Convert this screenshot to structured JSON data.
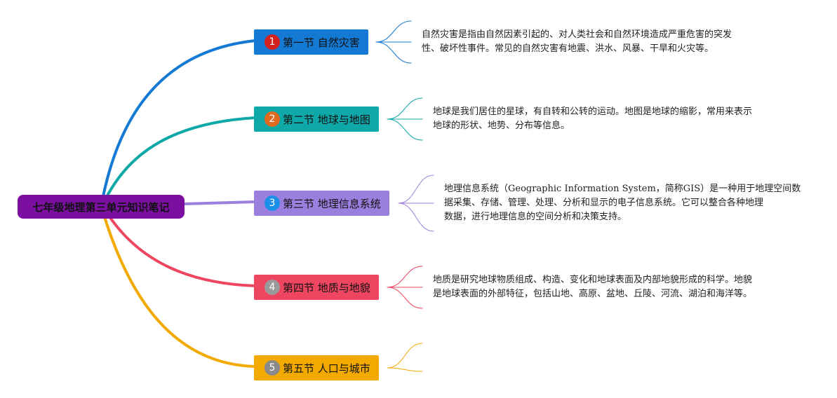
{
  "root": {
    "title": "七年级地理第三单元知识笔记",
    "color": "#7b0fa0"
  },
  "sections": [
    {
      "number": "1",
      "title": "第一节 自然灾害",
      "color": "#1479d2",
      "badge_color": "#d42020",
      "note_lines": [
        "自然灾害是指由自然因素引起的、对人类社会和自然环境造成严重危害的突发",
        "性、破坏性事件。常见的自然灾害有地震、洪水、风暴、干旱和火灾等。"
      ]
    },
    {
      "number": "2",
      "title": "第二节 地球与地图",
      "color": "#0fa8a8",
      "badge_color": "#e06a1f",
      "note_lines": [
        "地球是我们居住的星球，有自转和公转的运动。地图是地球的缩影，常用来表示",
        "地球的形状、地势、分布等信息。"
      ]
    },
    {
      "number": "3",
      "title": "第三节 地理信息系统",
      "color": "#9b7fde",
      "badge_color": "#1a8fe8",
      "note_lines": [
        "地理信息系统（Geographic Information System，简称GIS）是一种用于地理空间数",
        "据采集、存储、管理、处理、分析和显示的电子信息系统。它可以整合各种地理",
        "数据，进行地理信息的空间分析和决策支持。"
      ]
    },
    {
      "number": "4",
      "title": "第四节 地质与地貌",
      "color": "#ee4560",
      "badge_color": "#9a9a9a",
      "note_lines": [
        "地质是研究地球物质组成、构造、变化和地球表面及内部地貌形成的科学。地貌",
        "是地球表面的外部特征，包括山地、高原、盆地、丘陵、河流、湖泊和海洋等。"
      ]
    },
    {
      "number": "5",
      "title": "第五节 人口与城市",
      "color": "#f2a900",
      "badge_color": "#8a8a8a",
      "note_lines": []
    }
  ]
}
